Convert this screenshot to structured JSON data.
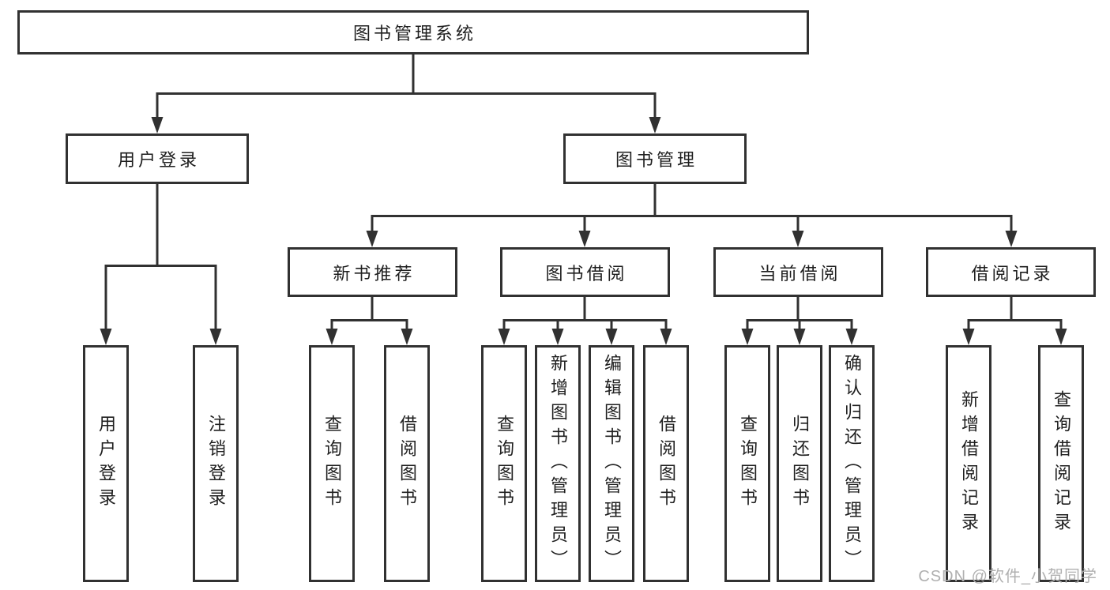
{
  "diagram": {
    "title": "图书管理系统",
    "branches": [
      {
        "label": "用户登录",
        "children": [
          {
            "label": "用户登录"
          },
          {
            "label": "注销登录"
          }
        ]
      },
      {
        "label": "图书管理",
        "children": [
          {
            "label": "新书推荐",
            "children": [
              {
                "label": "查询图书"
              },
              {
                "label": "借阅图书"
              }
            ]
          },
          {
            "label": "图书借阅",
            "children": [
              {
                "label": "查询图书"
              },
              {
                "label": "新增图书（管理员）"
              },
              {
                "label": "编辑图书（管理员）"
              },
              {
                "label": "借阅图书"
              }
            ]
          },
          {
            "label": "当前借阅",
            "children": [
              {
                "label": "查询图书"
              },
              {
                "label": "归还图书"
              },
              {
                "label": "确认归还（管理员）"
              }
            ]
          },
          {
            "label": "借阅记录",
            "children": [
              {
                "label": "新增借阅记录"
              },
              {
                "label": "查询借阅记录"
              }
            ]
          }
        ]
      }
    ]
  },
  "watermark": "CSDN @软件_小贺同学",
  "colors": {
    "line": "#313131",
    "text": "#1f1f1f",
    "watermark": "#b0b0b0"
  }
}
